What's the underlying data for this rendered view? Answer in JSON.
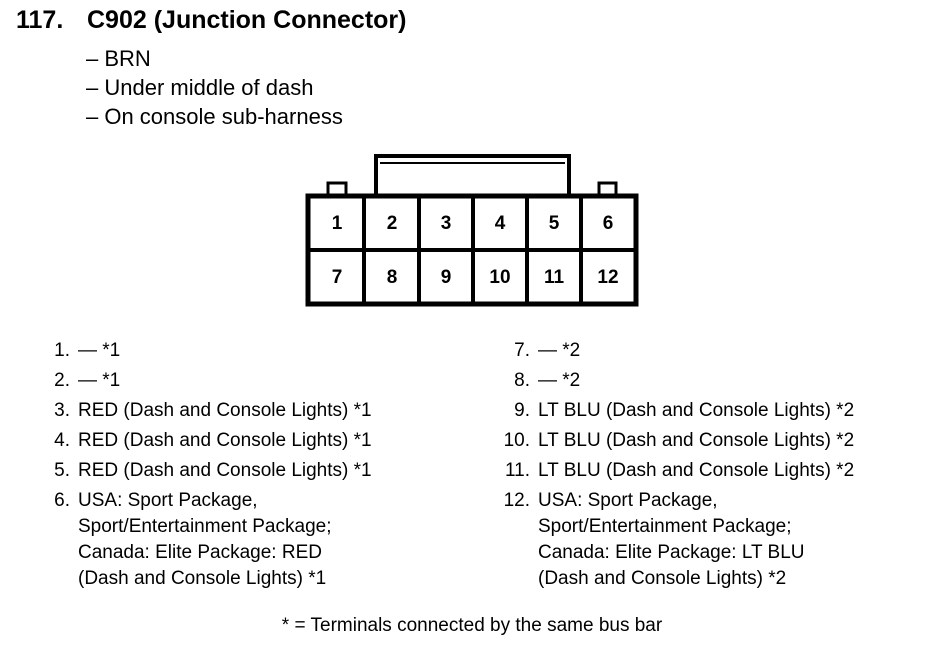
{
  "connector": {
    "number": "117.",
    "title": "C902 (Junction Connector)",
    "descriptions": [
      "– BRN",
      "– Under middle of dash",
      "– On console sub-harness"
    ]
  },
  "connector_face": {
    "top_row": [
      "1",
      "2",
      "3",
      "4",
      "5",
      "6"
    ],
    "bottom_row": [
      "7",
      "8",
      "9",
      "10",
      "11",
      "12"
    ]
  },
  "pins_left": [
    {
      "num": "1.",
      "text": "— *1"
    },
    {
      "num": "2.",
      "text": "— *1"
    },
    {
      "num": "3.",
      "text": "RED (Dash and Console Lights) *1"
    },
    {
      "num": "4.",
      "text": "RED (Dash and Console Lights) *1"
    },
    {
      "num": "5.",
      "text": "RED (Dash and Console Lights) *1"
    },
    {
      "num": "6.",
      "lines": [
        "USA: Sport Package,",
        "Sport/Entertainment Package;",
        "Canada: Elite Package: RED",
        "(Dash and Console Lights) *1"
      ]
    }
  ],
  "pins_right": [
    {
      "num": "7.",
      "text": "— *2"
    },
    {
      "num": "8.",
      "text": "— *2"
    },
    {
      "num": "9.",
      "text": "LT BLU (Dash and Console Lights) *2"
    },
    {
      "num": "10.",
      "text": "LT BLU (Dash and Console Lights) *2"
    },
    {
      "num": "11.",
      "text": "LT BLU (Dash and Console Lights) *2"
    },
    {
      "num": "12.",
      "lines": [
        "USA: Sport Package,",
        "Sport/Entertainment Package;",
        "Canada: Elite Package: LT BLU",
        "(Dash and Console Lights) *2"
      ]
    }
  ],
  "footnote": "* = Terminals connected by the same bus bar"
}
